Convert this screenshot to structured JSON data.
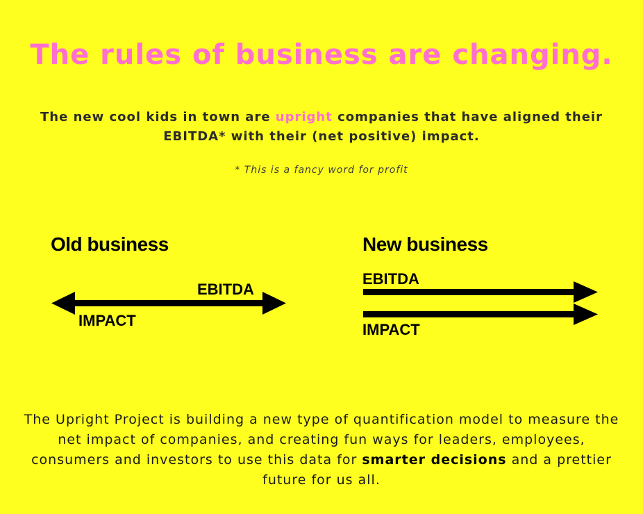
{
  "title": "The rules of business are changing.",
  "intro": {
    "part1": "The new cool kids in town are ",
    "highlight": "upright",
    "part2": " companies that have aligned their EBITDA* with their (net positive) impact."
  },
  "footnote": "* This is a fancy word for profit",
  "old_business": {
    "heading": "Old business",
    "label_top": "EBITDA",
    "label_bottom": "IMPACT"
  },
  "new_business": {
    "heading": "New business",
    "label_top": "EBITDA",
    "label_bottom": "IMPACT"
  },
  "closing": {
    "part1": "The Upright Project is building a new type of quantification model to measure the net impact of companies, and creating fun ways for leaders, employees, consumers and investors to use this data for ",
    "bold": "smarter decisions",
    "part2": " and a prettier future for us all."
  },
  "colors": {
    "background": "#ffff1f",
    "accent": "#ff6fcf",
    "text": "#2b2b2b",
    "arrow": "#000000"
  }
}
